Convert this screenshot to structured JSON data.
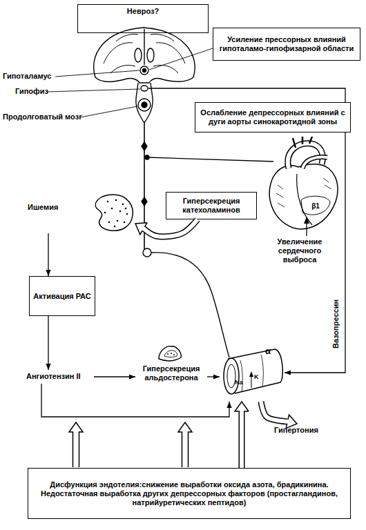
{
  "diagram": {
    "nodes": [
      {
        "text": [
          "Невроз?"
        ]
      },
      {
        "text": [
          "Усиление прессорных влияний гипоталамо-гипофизарной области"
        ]
      },
      {
        "text": [
          "Ослабление депрессорных влияний с дуги аорты синокаротидной зоны"
        ]
      },
      {
        "text": [
          "β1",
          "Увеличение сердечного выброса"
        ]
      },
      {
        "text": [
          "Гиперсекреция катехоламинов"
        ]
      },
      {
        "text": [
          "Ишемия"
        ]
      },
      {
        "text": [
          "Активация РАС"
        ]
      },
      {
        "text": [
          "Ангиотензин II"
        ]
      },
      {
        "text": [
          "Гиперсекреция альдостерона"
        ]
      },
      {
        "text": [
          "α",
          "Na",
          "K"
        ]
      },
      {
        "text": [
          "Гипертония"
        ]
      },
      {
        "text": [
          "Дисфункция эндотелия:снижение выработки оксида азота, брадикинина. Недостаточная выработка других депрессорных факторов (простагландинов, натрийуретических пептидов)"
        ]
      }
    ],
    "edges": [
      {
        "from": 4,
        "to": 5,
        "arrow": "to"
      },
      {
        "from": 5,
        "to": 6,
        "arrow": "to"
      },
      {
        "from": 6,
        "to": 7,
        "arrow": "to"
      },
      {
        "from": 7,
        "to": 8,
        "arrow": "to"
      },
      {
        "from": 8,
        "to": 9,
        "arrow": "to"
      },
      {
        "from": 7,
        "to": 9,
        "arrow": "to"
      },
      {
        "from": 9,
        "to": 10,
        "arrow": "to"
      },
      {
        "from": 11,
        "to": 9,
        "arrow": "to"
      }
    ],
    "labels": [
      "Гипоталамус",
      "Гипофиз",
      "Продолговатый мозг",
      "Вазопрессин"
    ]
  }
}
